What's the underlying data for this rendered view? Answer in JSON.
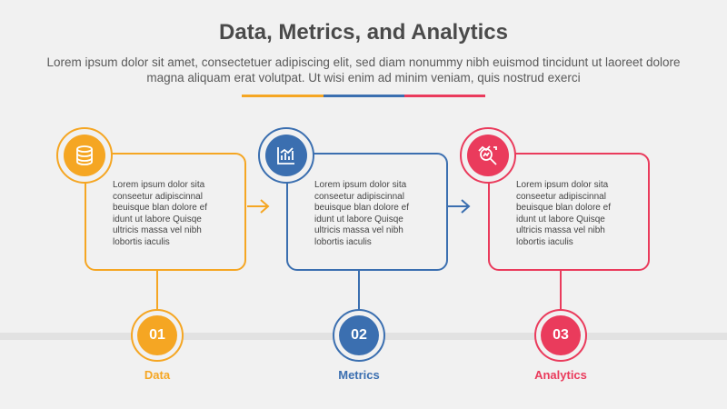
{
  "title": "Data, Metrics, and Analytics",
  "subtitle": "Lorem ipsum dolor sit amet, consectetuer adipiscing elit, sed diam nonummy nibh euismod tincidunt ut laoreet dolore magna aliquam erat volutpat. Ut wisi enim ad minim veniam, quis nostrud exerci",
  "colors": {
    "orange": "#f5a623",
    "blue": "#3b6fb0",
    "red": "#ea3b5c",
    "background": "#f1f1f1"
  },
  "steps": [
    {
      "number": "01",
      "label": "Data",
      "icon": "database-icon",
      "text": "Lorem ipsum dolor sita conseetur adipiscinnal beuisque blan dolore ef idunt ut labore Quisqe ultricis massa vel nibh lobortis iaculis"
    },
    {
      "number": "02",
      "label": "Metrics",
      "icon": "bar-chart-icon",
      "text": "Lorem ipsum dolor sita conseetur adipiscinnal beuisque blan dolore ef idunt ut labore Quisqe ultricis massa vel nibh lobortis iaculis"
    },
    {
      "number": "03",
      "label": "Analytics",
      "icon": "analytics-magnifier-icon",
      "text": "Lorem ipsum dolor sita conseetur adipiscinnal beuisque blan dolore ef idunt ut labore Quisqe ultricis massa vel nibh lobortis iaculis"
    }
  ]
}
